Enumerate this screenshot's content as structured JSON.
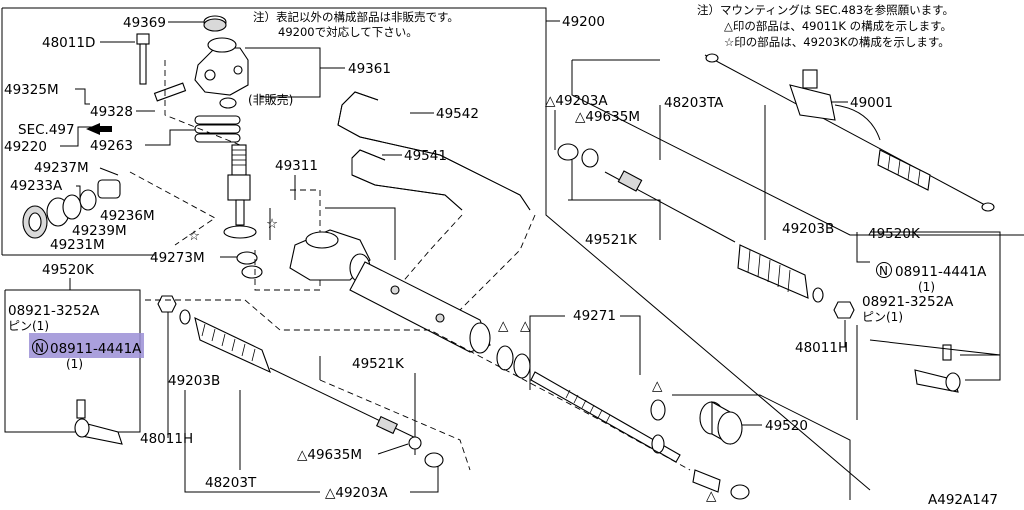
{
  "notes": {
    "top_left_line1": "注）表記以外の構成部品は非販売です。",
    "top_left_line2": "49200で対応して下さい。",
    "top_right_line1": "注）マウンティングは SEC.483を参照願います。",
    "top_right_line2": "△印の部品は、49011K の構成を示します。",
    "top_right_line3": "☆印の部品は、49203Kの構成を示します。"
  },
  "labels": {
    "p49369": "49369",
    "p48011D": "48011D",
    "p49325M": "49325M",
    "p49328": "49328",
    "p49361": "49361",
    "hibaibai": "(非販売)",
    "sec497": "SEC.497",
    "p49220": "49220",
    "p49263": "49263",
    "p49237M": "49237M",
    "p49233A": "49233A",
    "p49236M": "49236M",
    "p49239M": "49239M",
    "p49231M": "49231M",
    "p49273M": "49273M",
    "p49311": "49311",
    "p49200": "49200",
    "p49542": "49542",
    "p49541": "49541",
    "p49203A_top": "△49203A",
    "p49635M_top": "△49635M",
    "p48203TA": "48203TA",
    "p49001": "49001",
    "p49203B_right": "49203B",
    "p49521K_top": "49521K",
    "p49520K_right": "49520K",
    "p08911_right": "08911-4441A",
    "qty1_a": "(1)",
    "p08921_right": "08921-3252A",
    "pin1_right": "ピン(1)",
    "p48011H_right": "48011H",
    "p49520K_left": "49520K",
    "p08921_left": "08921-3252A",
    "pin1_left": "ピン(1)",
    "p08911_left": "08911-4441A",
    "qty1_b": "(1)",
    "p49203B_left": "49203B",
    "p48011H_left": "48011H",
    "p49521K_bottom": "49521K",
    "p49271": "49271",
    "p49520": "49520",
    "p49635M_bottom": "△49635M",
    "p48203T": "48203T",
    "p49203A_bottom": "△49203A",
    "fig_code": "A492A147",
    "n_mark": "N",
    "tri": "△",
    "star": "☆"
  },
  "colors": {
    "highlight": "#9b8fd6",
    "ink": "#000000",
    "paper": "#ffffff"
  }
}
